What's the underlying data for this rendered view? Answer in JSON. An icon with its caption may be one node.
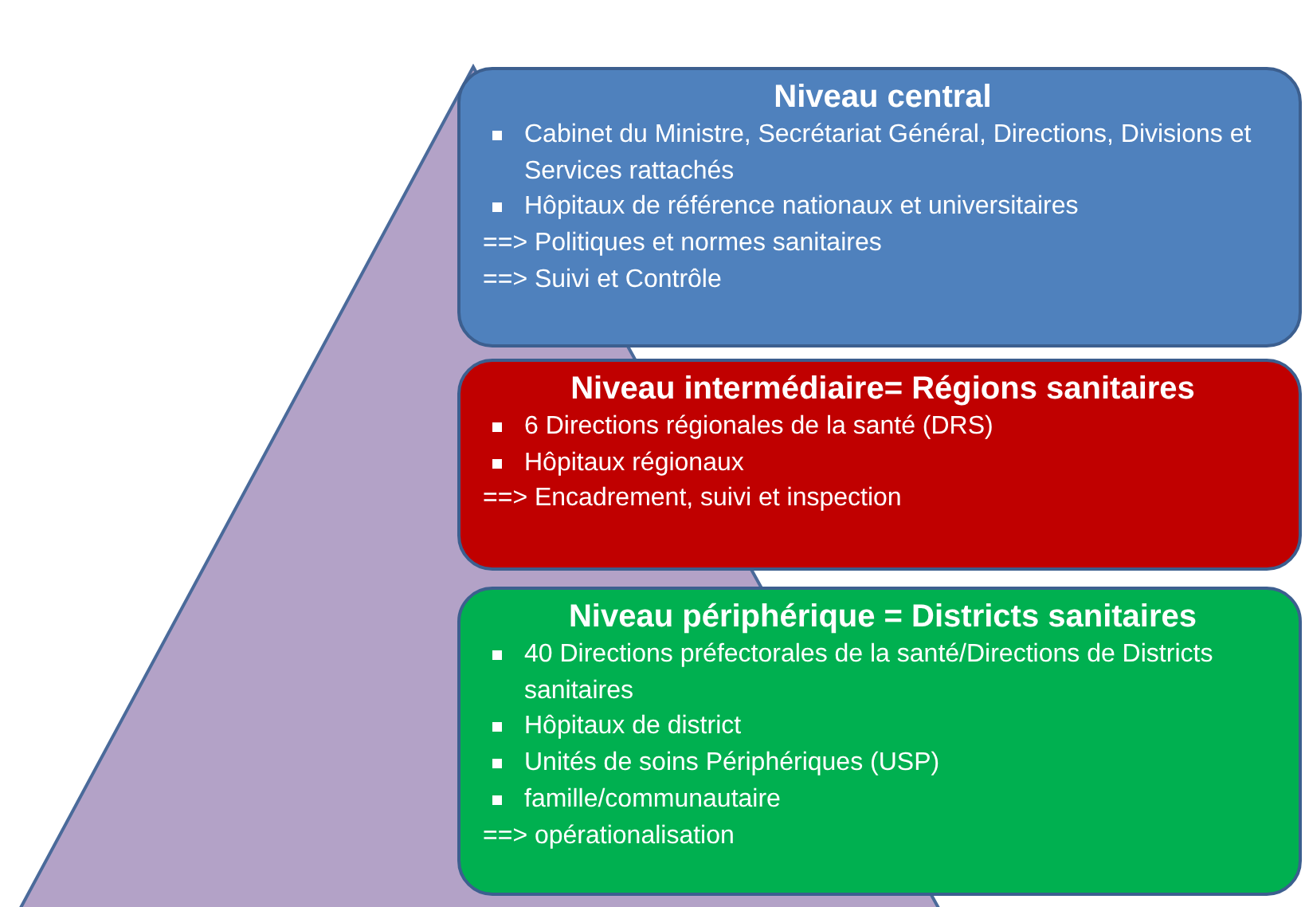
{
  "diagram": {
    "nodes": [
      {
        "text": [
          "Niveau central",
          "Cabinet du Ministre,  Secrétariat Général, Directions, Divisions et Services rattachés",
          "Hôpitaux de référence nationaux et universitaires",
          "==> Politiques et normes sanitaires",
          "==> Suivi et Contrôle"
        ]
      },
      {
        "text": [
          "Niveau intermédiaire= Régions sanitaires",
          "6 Directions régionales  de la santé (DRS)",
          "Hôpitaux régionaux",
          "==> Encadrement, suivi et inspection"
        ]
      },
      {
        "text": [
          "Niveau périphérique = Districts sanitaires",
          "40  Directions préfectorales de la santé/Directions de Districts sanitaires",
          "Hôpitaux de district",
          "Unités de soins Périphériques (USP)",
          "famille/communautaire",
          "==> opérationalisation"
        ]
      }
    ]
  }
}
